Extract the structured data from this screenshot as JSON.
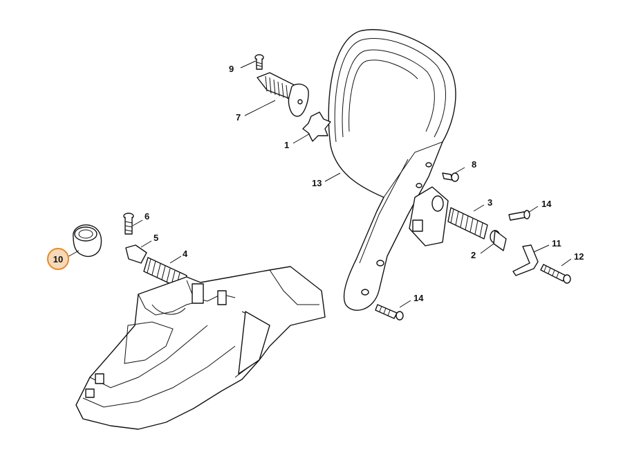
{
  "diagram": {
    "callouts": [
      {
        "id": "1",
        "text": "1"
      },
      {
        "id": "2",
        "text": "2"
      },
      {
        "id": "3",
        "text": "3"
      },
      {
        "id": "4",
        "text": "4"
      },
      {
        "id": "5",
        "text": "5"
      },
      {
        "id": "6",
        "text": "6"
      },
      {
        "id": "7",
        "text": "7"
      },
      {
        "id": "8",
        "text": "8"
      },
      {
        "id": "9",
        "text": "9"
      },
      {
        "id": "10",
        "text": "10",
        "highlighted": true
      },
      {
        "id": "11",
        "text": "11"
      },
      {
        "id": "12",
        "text": "12"
      },
      {
        "id": "13",
        "text": "13"
      },
      {
        "id": "14a",
        "text": "14"
      },
      {
        "id": "14b",
        "text": "14"
      }
    ],
    "colors": {
      "line": "#111111",
      "background": "#ffffff",
      "highlight_fill": "#f6d9b8",
      "highlight_stroke": "#e8892b"
    }
  }
}
